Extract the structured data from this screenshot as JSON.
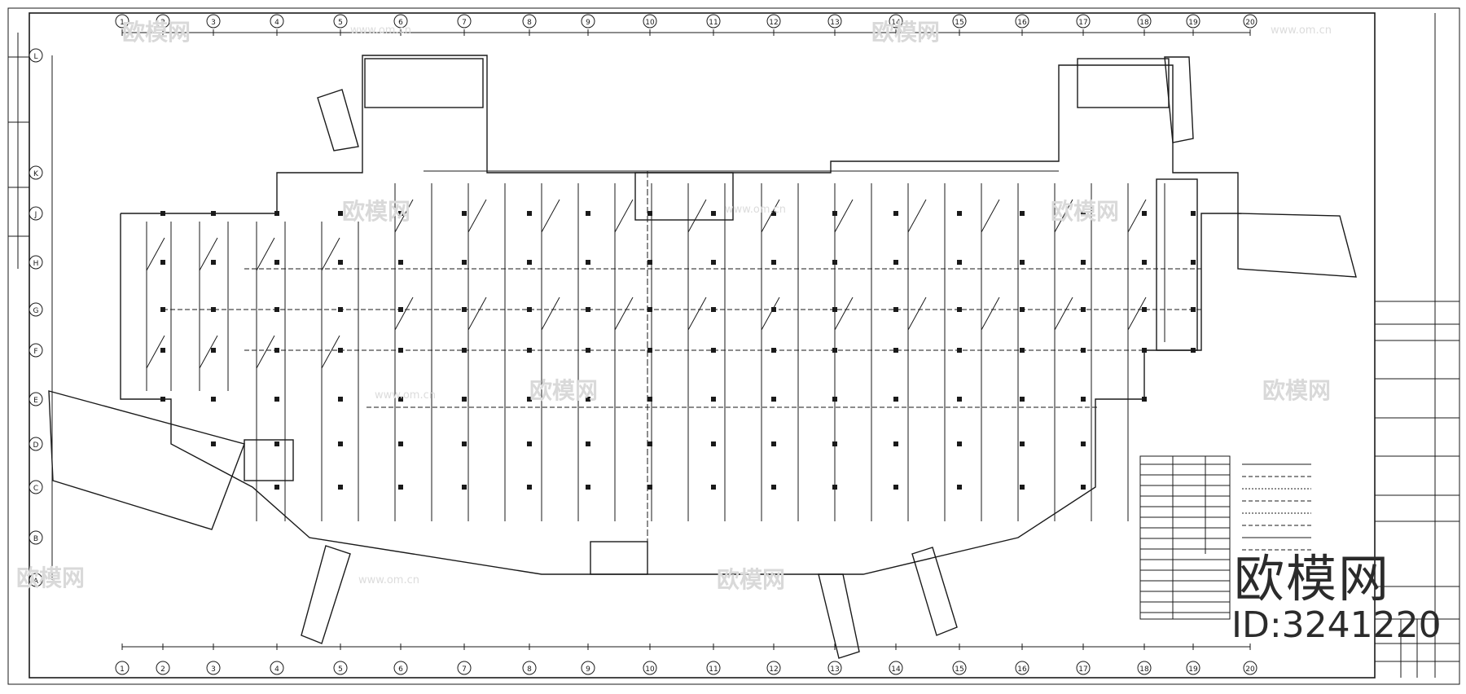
{
  "watermark": {
    "brand": "欧模网",
    "url": "www.om.cn",
    "id_text": "ID:3241220"
  },
  "drawing": {
    "grid_numbers": [
      "1",
      "2",
      "3",
      "4",
      "5",
      "6",
      "7",
      "8",
      "9",
      "10",
      "11",
      "12",
      "13",
      "14",
      "15",
      "16",
      "17",
      "18",
      "19",
      "20"
    ],
    "grid_letters": [
      "L",
      "K",
      "J",
      "H",
      "G",
      "F",
      "E",
      "D",
      "C",
      "B",
      "A"
    ]
  },
  "colors": {
    "ink": "#1a1a1a",
    "watermark": "#d9d9d9"
  }
}
